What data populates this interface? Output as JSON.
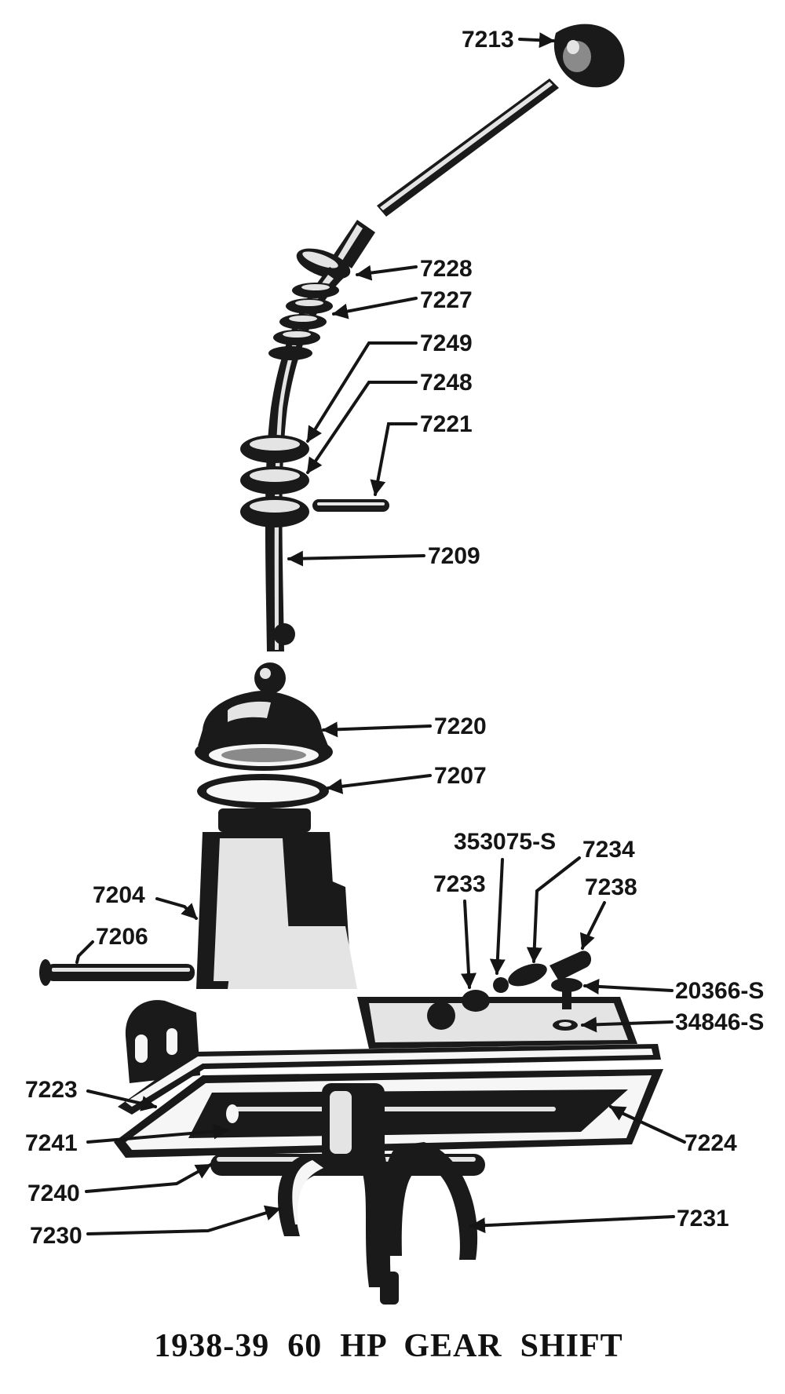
{
  "diagram": {
    "caption": "1938-39  60  HP  GEAR  SHIFT",
    "parts": [
      {
        "id": "p7213",
        "label": "7213"
      },
      {
        "id": "p7228",
        "label": "7228"
      },
      {
        "id": "p7227",
        "label": "7227"
      },
      {
        "id": "p7249",
        "label": "7249"
      },
      {
        "id": "p7248",
        "label": "7248"
      },
      {
        "id": "p7221",
        "label": "7221"
      },
      {
        "id": "p7209",
        "label": "7209"
      },
      {
        "id": "p7220",
        "label": "7220"
      },
      {
        "id": "p7207",
        "label": "7207"
      },
      {
        "id": "p353075s",
        "label": "353075-S"
      },
      {
        "id": "p7234",
        "label": "7234"
      },
      {
        "id": "p7233",
        "label": "7233"
      },
      {
        "id": "p7238",
        "label": "7238"
      },
      {
        "id": "p7204",
        "label": "7204"
      },
      {
        "id": "p7206",
        "label": "7206"
      },
      {
        "id": "p20366s",
        "label": "20366-S"
      },
      {
        "id": "p34846s",
        "label": "34846-S"
      },
      {
        "id": "p7223",
        "label": "7223"
      },
      {
        "id": "p7224",
        "label": "7224"
      },
      {
        "id": "p7241",
        "label": "7241"
      },
      {
        "id": "p7240",
        "label": "7240"
      },
      {
        "id": "p7231",
        "label": "7231"
      },
      {
        "id": "p7230",
        "label": "7230"
      }
    ]
  }
}
